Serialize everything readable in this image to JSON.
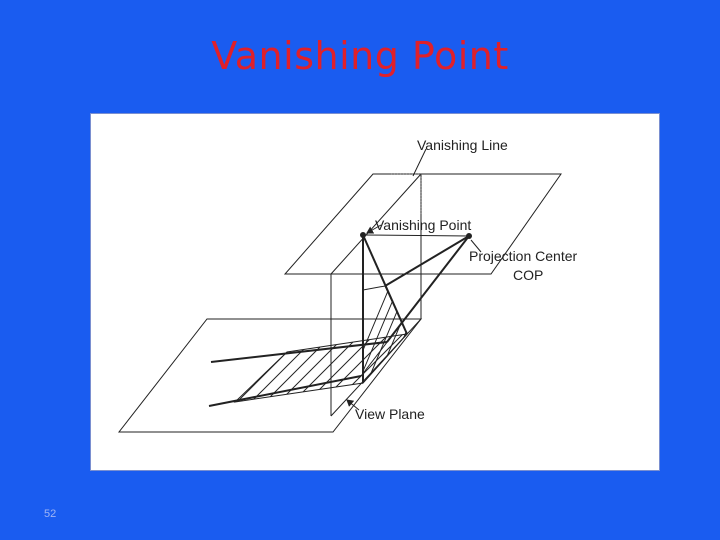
{
  "slide": {
    "title": "Vanishing Point",
    "page_number": "52"
  },
  "diagram": {
    "labels": {
      "vanishing_line": "Vanishing Line",
      "vanishing_point": "Vanishing Point",
      "projection_center": "Projection Center",
      "cop": "COP",
      "view_plane": "View Plane"
    }
  }
}
